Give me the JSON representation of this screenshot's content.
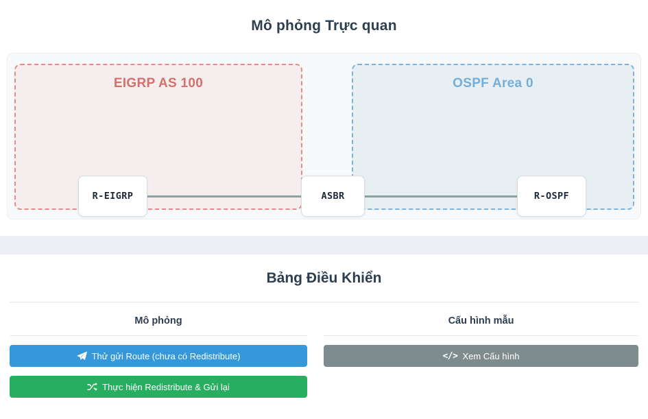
{
  "visual": {
    "title": "Mô phỏng Trực quan",
    "zones": [
      {
        "label": "EIGRP AS 100",
        "color": "#d4706b",
        "bg": "#f6eeee",
        "border": "#e08c8c"
      },
      {
        "label": "OSPF Area 0",
        "color": "#74aed9",
        "bg": "#e8eff2",
        "border": "#7cb2dd"
      }
    ],
    "nodes": [
      {
        "label": "R-EIGRP"
      },
      {
        "label": "ASBR"
      },
      {
        "label": "R-OSPF"
      }
    ],
    "link_color": "#8aa3a0"
  },
  "panel": {
    "title": "Bảng Điều Khiển",
    "columns": [
      {
        "heading": "Mô phỏng",
        "buttons": [
          {
            "label": "Thử gửi Route (chưa có Redistribute)",
            "icon": "paper-plane-icon",
            "color": "#3498db"
          },
          {
            "label": "Thực hiện Redistribute & Gửi lại",
            "icon": "shuffle-icon",
            "color": "#27ae60"
          }
        ]
      },
      {
        "heading": "Cấu hình mẫu",
        "buttons": [
          {
            "label": "Xem Cấu hình",
            "icon": "code-icon",
            "color": "#7f8c8d",
            "glyph": "</>"
          }
        ]
      }
    ]
  }
}
